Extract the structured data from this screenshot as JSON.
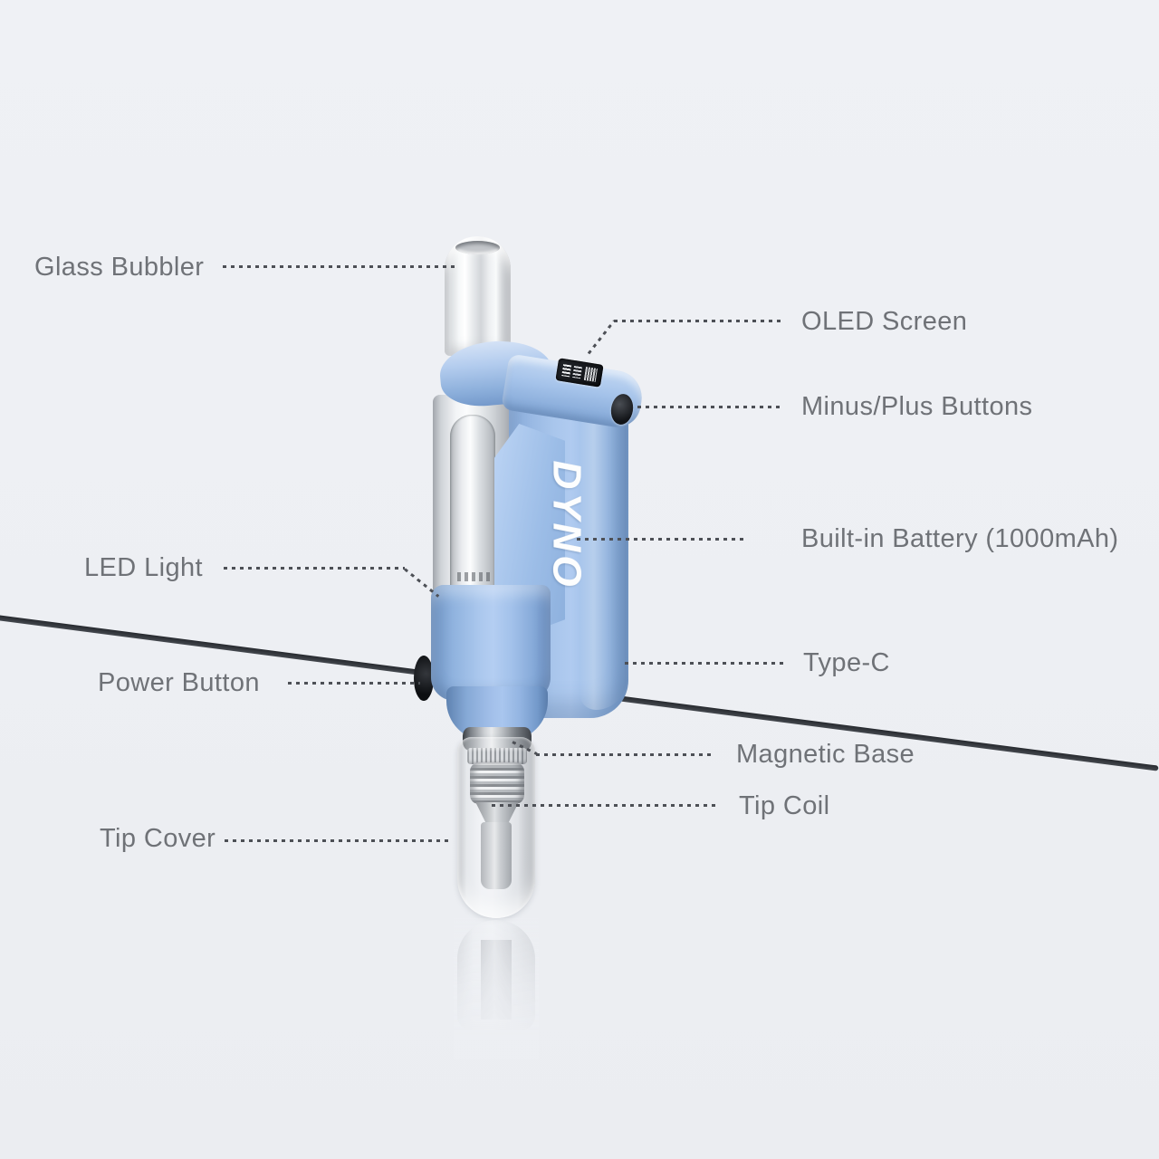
{
  "device": {
    "brand": "DYNO"
  },
  "labels": {
    "left": [
      {
        "id": "glass-bubbler",
        "text": "Glass Bubbler"
      },
      {
        "id": "led-light",
        "text": "LED Light"
      },
      {
        "id": "power-button",
        "text": "Power Button"
      },
      {
        "id": "tip-cover",
        "text": "Tip Cover"
      }
    ],
    "right": [
      {
        "id": "oled-screen",
        "text": "OLED Screen"
      },
      {
        "id": "minus-plus-buttons",
        "text": "Minus/Plus Buttons"
      },
      {
        "id": "built-in-battery",
        "text": "Built-in Battery (1000mAh)"
      },
      {
        "id": "type-c",
        "text": "Type-C"
      },
      {
        "id": "magnetic-base",
        "text": "Magnetic Base"
      },
      {
        "id": "tip-coil",
        "text": "Tip Coil"
      }
    ]
  },
  "colors": {
    "background": "#eef0f4",
    "label_text": "#6f7277",
    "edge_line": "#3a3e44",
    "body_blue": "#a9c6ec",
    "body_blue_dark": "#6f96c8"
  }
}
